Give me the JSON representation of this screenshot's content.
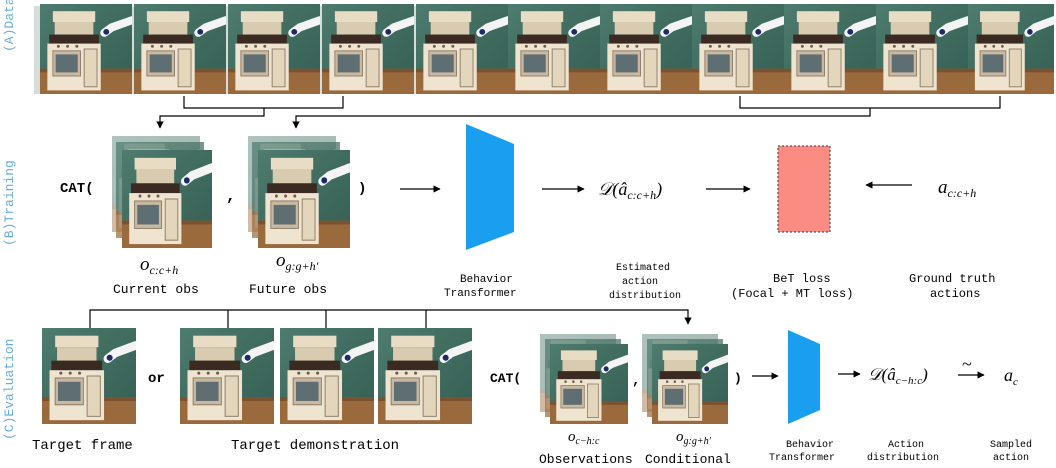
{
  "sections": {
    "dataset": "(A)Dataset",
    "training": "(B)Training",
    "evaluation": "(C)Evaluation"
  },
  "training": {
    "cat_open": "CAT(",
    "comma": ",",
    "cat_close": ")",
    "current_obs_symbol": "o",
    "current_obs_sub": "c:c+h",
    "current_obs_label": "Current obs",
    "future_obs_symbol": "o",
    "future_obs_sub": "g:g+h′",
    "future_obs_label": "Future obs",
    "model_label_1": "Behavior",
    "model_label_2": "Transformer",
    "estimated_dist": "𝒟(â",
    "estimated_dist_sub": "c:c+h",
    "estimated_dist_close": ")",
    "estimated_label_1": "Estimated",
    "estimated_label_2": "action",
    "estimated_label_3": "distribution",
    "loss_label_1": "BeT loss",
    "loss_label_2": "(Focal + MT loss)",
    "gt_symbol": "a",
    "gt_sub": "c:c+h",
    "gt_label_1": "Ground truth",
    "gt_label_2": "actions"
  },
  "evaluation": {
    "or": "or",
    "target_frame_label": "Target frame",
    "target_demo_label": "Target demonstration",
    "cat_open": "CAT(",
    "comma": ",",
    "cat_close": ")",
    "obs_symbol": "o",
    "obs_sub": "c−h:c",
    "obs_label": "Observations",
    "cond_symbol": "o",
    "cond_sub": "g:g+h′",
    "cond_label": "Conditional",
    "model_label_1": "Behavior",
    "model_label_2": "Transformer",
    "dist": "𝒟(â",
    "dist_sub": "c−h:c",
    "dist_close": ")",
    "dist_label_1": "Action",
    "dist_label_2": "distribution",
    "sample_symbol": "~",
    "action_symbol": "a",
    "action_sub": "c",
    "action_label_1": "Sampled",
    "action_label_2": "action"
  },
  "colors": {
    "model": "#1a9ff0",
    "loss": "#fa8c84",
    "section_label": "#6aaed6",
    "wall": "#3d6b5e",
    "kitchen": "#efe4cf",
    "table": "#9a6a3c",
    "robot": "#f2f2f2"
  }
}
